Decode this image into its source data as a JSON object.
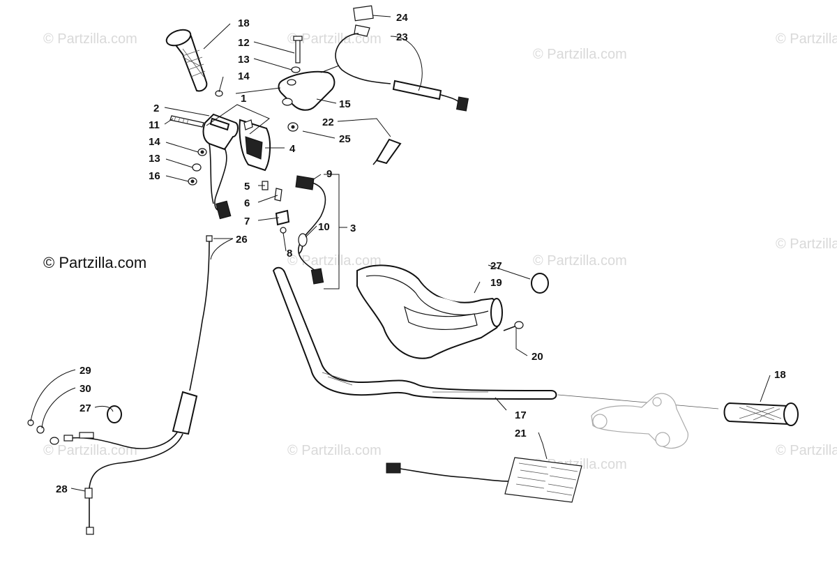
{
  "watermarks": {
    "text": "© Partzilla.com",
    "main_text": "© Partzilla.com"
  },
  "callouts": {
    "c1": "1",
    "c2": "2",
    "c3": "3",
    "c4": "4",
    "c5": "5",
    "c6": "6",
    "c7": "7",
    "c8": "8",
    "c9": "9",
    "c10": "10",
    "c11": "11",
    "c12": "12",
    "c13a": "13",
    "c13b": "13",
    "c14a": "14",
    "c14b": "14",
    "c15": "15",
    "c16": "16",
    "c17": "17",
    "c18a": "18",
    "c18b": "18",
    "c19": "19",
    "c20": "20",
    "c21": "21",
    "c22": "22",
    "c23": "23",
    "c24": "24",
    "c25": "25",
    "c26": "26",
    "c27a": "27",
    "c27b": "27",
    "c28": "28",
    "c29": "29",
    "c30": "30"
  }
}
